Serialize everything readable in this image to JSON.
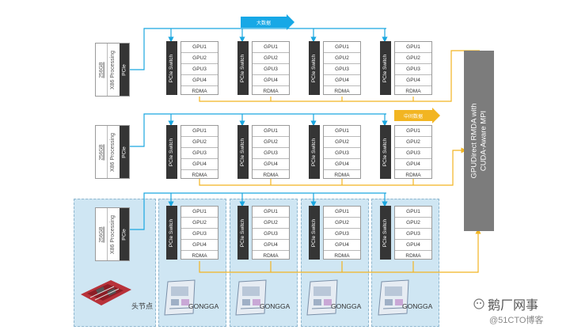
{
  "banners": {
    "top": "大数据",
    "middle": "中间数据"
  },
  "hosts": [
    {
      "size_label": "256GB",
      "cpu_label": "X86 Processing",
      "pcie_label": "PCIe"
    },
    {
      "size_label": "256GB",
      "cpu_label": "X86 Processing",
      "pcie_label": "PCIe"
    },
    {
      "size_label": "256GB",
      "cpu_label": "X86 Processing",
      "pcie_label": "PCIe"
    }
  ],
  "node": {
    "switch_label": "PCIe Switch",
    "gpu_labels": [
      "GPU1",
      "GPU2",
      "GPU3",
      "GPU4"
    ],
    "rdma_label": "RDMA"
  },
  "gpudirect_box": {
    "line1": "GPUDirect RMDA with",
    "line2": "CUDA-Aware MPI"
  },
  "bottom_labels": {
    "head_node": "头节点",
    "gongga": "GONGGA"
  },
  "watermark": {
    "text": "鹅厂网事",
    "sub": "@51CTO博客"
  },
  "colors": {
    "blue_line": "#1aa7e0",
    "yellow_line": "#f2b522",
    "dark_block": "#353535",
    "blue_zone": "#cfe6f3"
  }
}
